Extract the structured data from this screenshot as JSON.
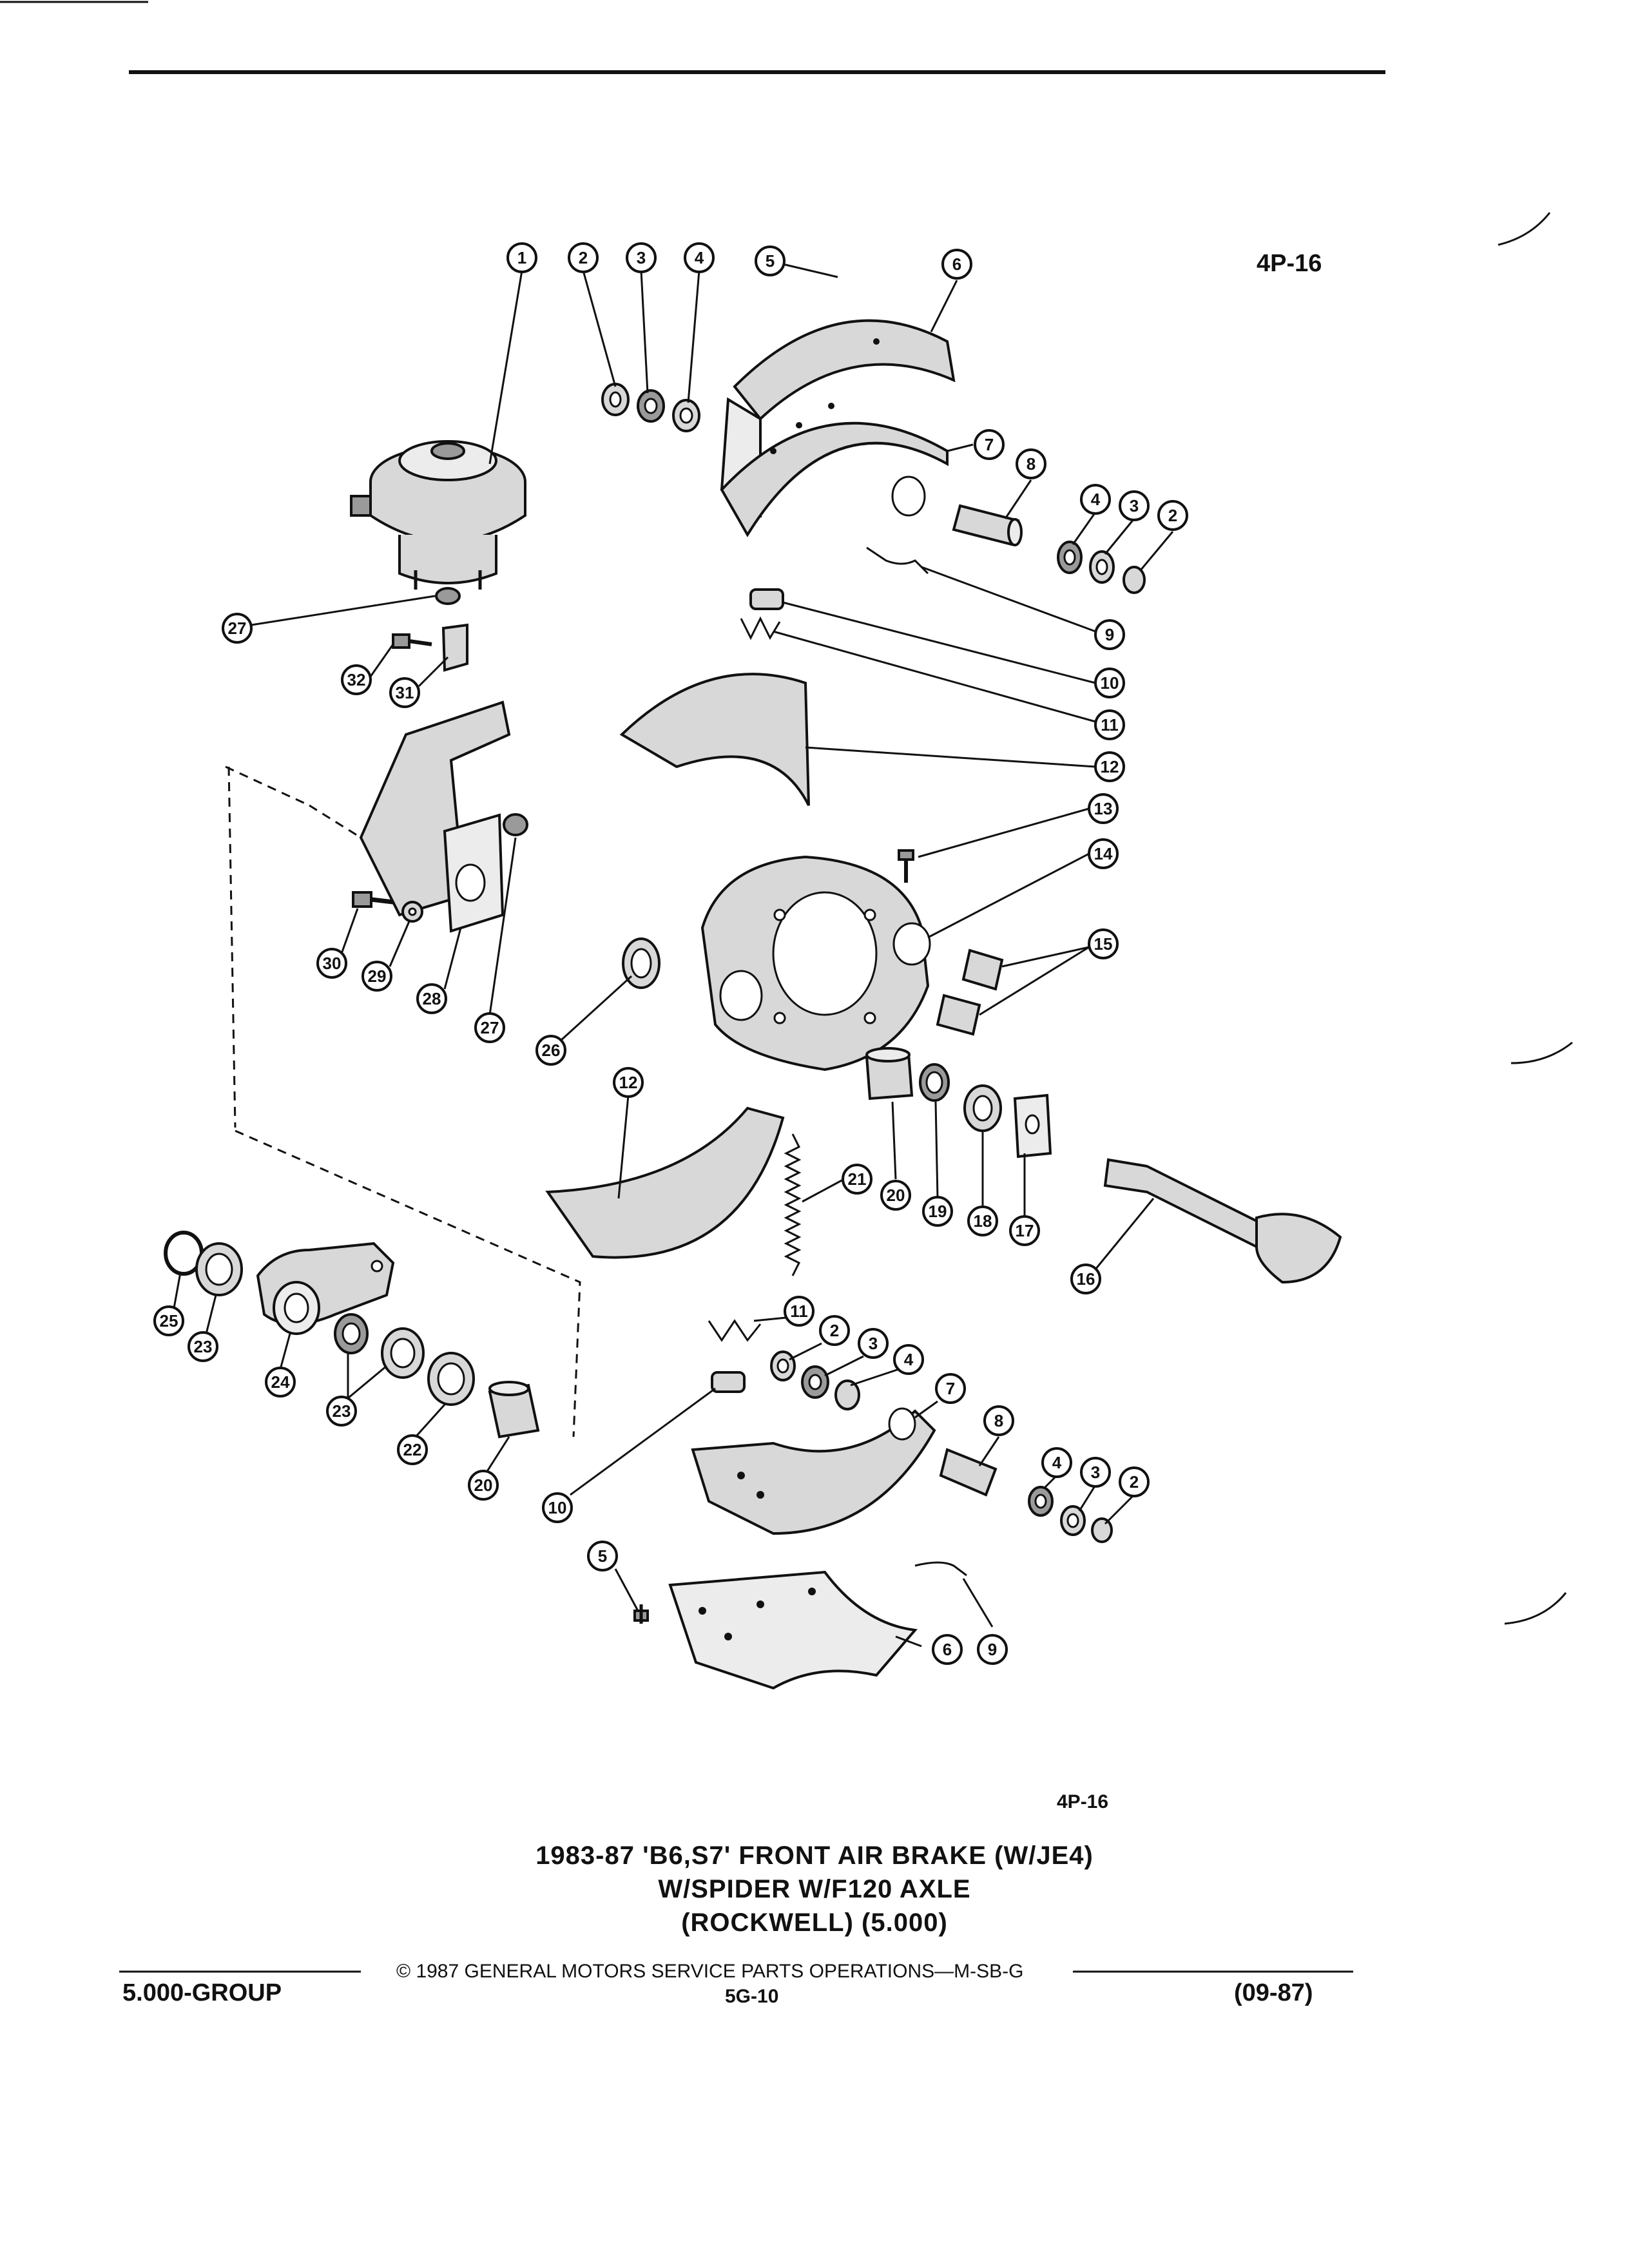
{
  "header": {
    "page_ref": "4P-16"
  },
  "figure": {
    "ref_label": "4P-16",
    "callouts": [
      {
        "id": "c1",
        "label": "1"
      },
      {
        "id": "c2a",
        "label": "2"
      },
      {
        "id": "c3a",
        "label": "3"
      },
      {
        "id": "c4a",
        "label": "4"
      },
      {
        "id": "c5a",
        "label": "5"
      },
      {
        "id": "c6a",
        "label": "6"
      },
      {
        "id": "c7a",
        "label": "7"
      },
      {
        "id": "c8a",
        "label": "8"
      },
      {
        "id": "c4b",
        "label": "4"
      },
      {
        "id": "c3b",
        "label": "3"
      },
      {
        "id": "c2b",
        "label": "2"
      },
      {
        "id": "c9a",
        "label": "9"
      },
      {
        "id": "c10a",
        "label": "10"
      },
      {
        "id": "c11a",
        "label": "11"
      },
      {
        "id": "c12a",
        "label": "12"
      },
      {
        "id": "c13",
        "label": "13"
      },
      {
        "id": "c14",
        "label": "14"
      },
      {
        "id": "c15",
        "label": "15"
      },
      {
        "id": "c27a",
        "label": "27"
      },
      {
        "id": "c32",
        "label": "32"
      },
      {
        "id": "c31",
        "label": "31"
      },
      {
        "id": "c30",
        "label": "30"
      },
      {
        "id": "c29",
        "label": "29"
      },
      {
        "id": "c28",
        "label": "28"
      },
      {
        "id": "c27b",
        "label": "27"
      },
      {
        "id": "c26",
        "label": "26"
      },
      {
        "id": "c12b",
        "label": "12"
      },
      {
        "id": "c21",
        "label": "21"
      },
      {
        "id": "c20a",
        "label": "20"
      },
      {
        "id": "c19",
        "label": "19"
      },
      {
        "id": "c18",
        "label": "18"
      },
      {
        "id": "c17",
        "label": "17"
      },
      {
        "id": "c16",
        "label": "16"
      },
      {
        "id": "c25",
        "label": "25"
      },
      {
        "id": "c23a",
        "label": "23"
      },
      {
        "id": "c24",
        "label": "24"
      },
      {
        "id": "c23b",
        "label": "23"
      },
      {
        "id": "c22",
        "label": "22"
      },
      {
        "id": "c20b",
        "label": "20"
      },
      {
        "id": "c11b",
        "label": "11"
      },
      {
        "id": "c2c",
        "label": "2"
      },
      {
        "id": "c3c",
        "label": "3"
      },
      {
        "id": "c4c",
        "label": "4"
      },
      {
        "id": "c7b",
        "label": "7"
      },
      {
        "id": "c8b",
        "label": "8"
      },
      {
        "id": "c4d",
        "label": "4"
      },
      {
        "id": "c3d",
        "label": "3"
      },
      {
        "id": "c2d",
        "label": "2"
      },
      {
        "id": "c10b",
        "label": "10"
      },
      {
        "id": "c5b",
        "label": "5"
      },
      {
        "id": "c6b",
        "label": "6"
      },
      {
        "id": "c9b",
        "label": "9"
      }
    ]
  },
  "caption": {
    "line1": "1983-87 'B6,S7' FRONT AIR BRAKE (W/JE4)",
    "line2": "W/SPIDER W/F120 AXLE",
    "line3": "(ROCKWELL) (5.000)"
  },
  "footer": {
    "copyright": "© 1987 GENERAL MOTORS SERVICE PARTS OPERATIONS—M-SB-G",
    "group": "5.000-GROUP",
    "page_number": "5G-10",
    "date_code": "(09-87)"
  }
}
